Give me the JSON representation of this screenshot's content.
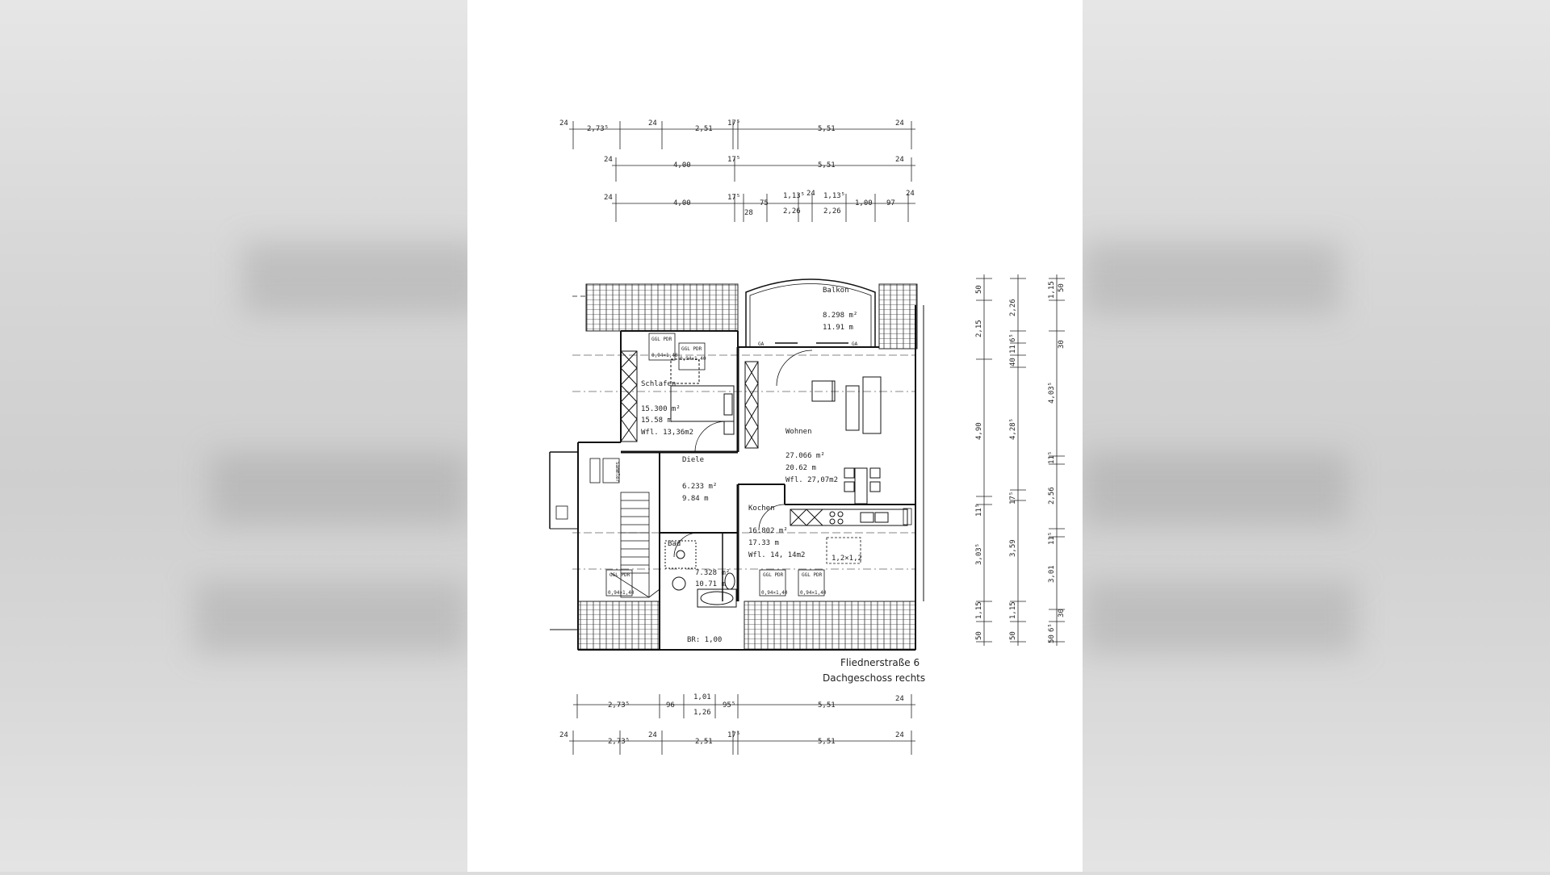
{
  "dims_top": {
    "row1": {
      "a": "24",
      "b": "2,73⁵",
      "c": "24",
      "d": "2,51",
      "e": "17⁵",
      "f": "5,51",
      "g": "24"
    },
    "row2": {
      "a": "24",
      "b": "4,00",
      "c": "17⁵",
      "d": "5,51",
      "e": "24"
    },
    "row3": {
      "a": "24",
      "b": "4,00",
      "c": "17⁵",
      "d": "28",
      "e": "75",
      "f": "1,13⁵",
      "g": "2,26",
      "h": "24",
      "i": "1,13⁵",
      "j": "2,26",
      "k": "1,00",
      "l": "97",
      "m": "24"
    }
  },
  "dims_bottom": {
    "row1": {
      "a": "2,73⁵",
      "b": "96",
      "c": "1,01",
      "d": "1,26",
      "e": "95⁵",
      "f": "5,51",
      "g": "24"
    },
    "row2": {
      "a": "24",
      "b": "2,73⁵",
      "c": "24",
      "d": "2,51",
      "e": "17⁵",
      "f": "5,51",
      "g": "24"
    }
  },
  "dims_right": {
    "col1": {
      "a": "50",
      "b": "2,15",
      "c": "4,90",
      "d": "11⁵",
      "e": "3,03⁵",
      "f": "1,15",
      "g": "50"
    },
    "col2": {
      "a": "2,26",
      "b": "6⁵",
      "c": "11",
      "d": "40",
      "e": "4,28⁵",
      "f": "17⁵",
      "g": "3,59",
      "h": "1,15",
      "i": "50"
    },
    "col3": {
      "a": "1,15",
      "b": "50",
      "c": "30",
      "d": "4,03⁵",
      "e": "11⁵",
      "f": "2,56",
      "g": "11⁵",
      "h": "3,01",
      "i": "30",
      "j": "6⁵",
      "k": "50"
    }
  },
  "rooms": {
    "balkon": {
      "name": "Balkon",
      "area": "8.298  m²",
      "perimeter": "11.91  m"
    },
    "schlafen": {
      "name": "Schlafen",
      "area": "15.300  m²",
      "perimeter": "15.58  m",
      "wfl": "Wfl. 13,36m2"
    },
    "wohnen": {
      "name": "Wohnen",
      "area": "27.066  m²",
      "perimeter": "20.62  m",
      "wfl": "Wfl. 27,07m2"
    },
    "diele": {
      "name": "Diele",
      "area": "6.233  m²",
      "perimeter": "9.84  m"
    },
    "kochen": {
      "name": "Kochen",
      "area": "16.802  m²",
      "perimeter": "17.33  m",
      "wfl": "Wfl. 14, 14m2"
    },
    "bad": {
      "name": "Bad",
      "area": "7.328  m²",
      "perimeter": "10.71  m"
    }
  },
  "labels": {
    "window1": "GGL PDR",
    "window1_size": "0,94×1,40",
    "window2": "GGL PDR",
    "window2_size": "0,94×1,40",
    "window3": "GGL PDR",
    "window3_size": "0,94×1,40",
    "window4": "GGL PDR",
    "window4_size": "0,94×1,40",
    "window5": "GGL PDR",
    "window5_size": "0,94×1,40",
    "ga1": "GA",
    "ga2": "GA",
    "hatch": "1,2×1,2",
    "br": "BR: 1,00",
    "stair_note": "Sammler"
  },
  "title": {
    "line1": "Fliednerstraße 6",
    "line2": "Dachgeschoss rechts"
  }
}
